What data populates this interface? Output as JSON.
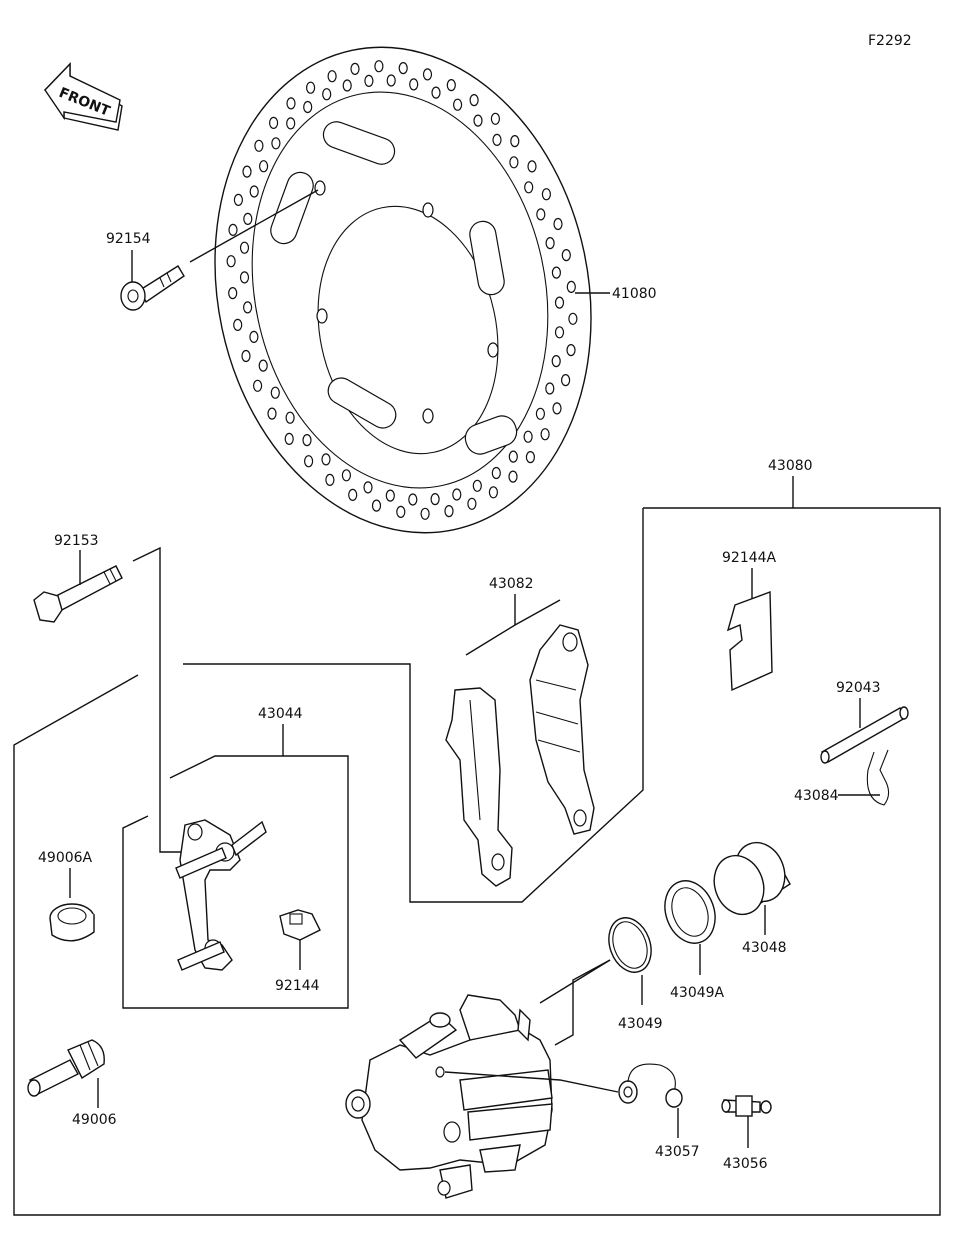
{
  "figure_code": "F2292",
  "front_label": "FRONT",
  "parts": {
    "disc": "41080",
    "disc_bolt": "92154",
    "caliper_bolt": "92153",
    "caliper_assy": "43080",
    "pad_set": "43082",
    "bracket": "43044",
    "pad_spring": "92144A",
    "pad_pin": "92043",
    "pin_clip": "43084",
    "cap_a": "49006A",
    "bracket_spring": "92144",
    "piston": "43048",
    "dust_seal": "43049A",
    "piston_seal": "43049",
    "bleed_cap": "43057",
    "bleed_valve": "43056",
    "slide_pin": "49006"
  }
}
